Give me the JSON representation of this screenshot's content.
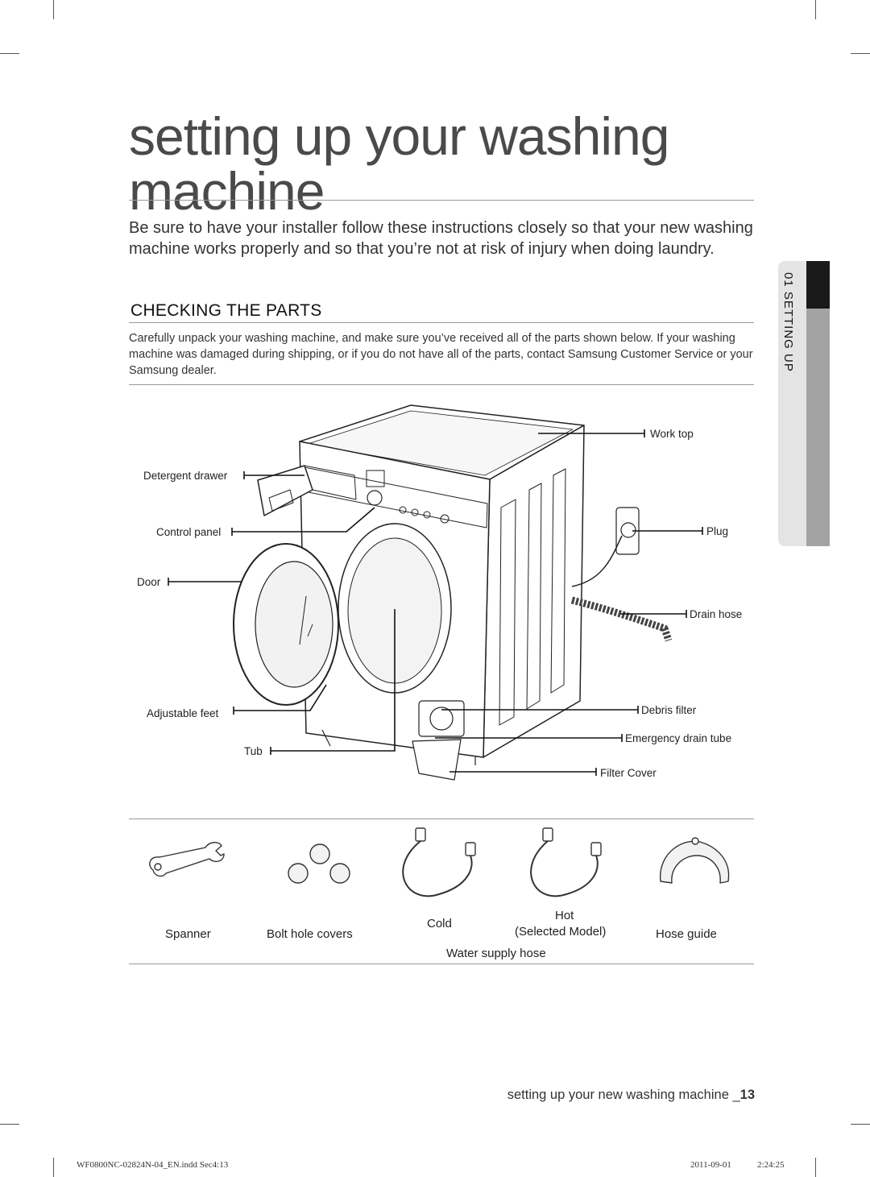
{
  "title": "setting up your washing machine",
  "intro": "Be sure to have your installer follow these instructions closely so that your new washing machine works properly and so that you’re not at risk of injury when doing laundry.",
  "section": {
    "heading": "CHECKING THE PARTS",
    "text": "Carefully unpack your washing machine, and make sure you’ve received all of the parts shown below. If your washing machine was damaged during shipping, or if you do not have all of the parts, contact Samsung Customer Service or your Samsung dealer."
  },
  "side_tab": {
    "label": "01 SETTING UP"
  },
  "diagram_labels": {
    "detergent_drawer": "Detergent drawer",
    "control_panel": "Control panel",
    "door": "Door",
    "adjustable_feet": "Adjustable feet",
    "tub": "Tub",
    "work_top": "Work top",
    "plug": "Plug",
    "drain_hose": "Drain hose",
    "debris_filter": "Debris filter",
    "emergency_drain_tube": "Emergency drain tube",
    "filter_cover": "Filter Cover"
  },
  "parts": {
    "spanner": "Spanner",
    "bolt_hole_covers": "Bolt hole covers",
    "cold": "Cold",
    "hot": "Hot",
    "selected_model": "(Selected Model)",
    "hose_guide": "Hose guide",
    "water_supply_hose": "Water supply hose"
  },
  "footer": {
    "text": "setting up your new washing machine _",
    "page": "13"
  },
  "imprint": {
    "file": "WF0800NC-02824N-04_EN.indd   Sec4:13",
    "date": "2011-09-01",
    "time": "2:24:25"
  }
}
